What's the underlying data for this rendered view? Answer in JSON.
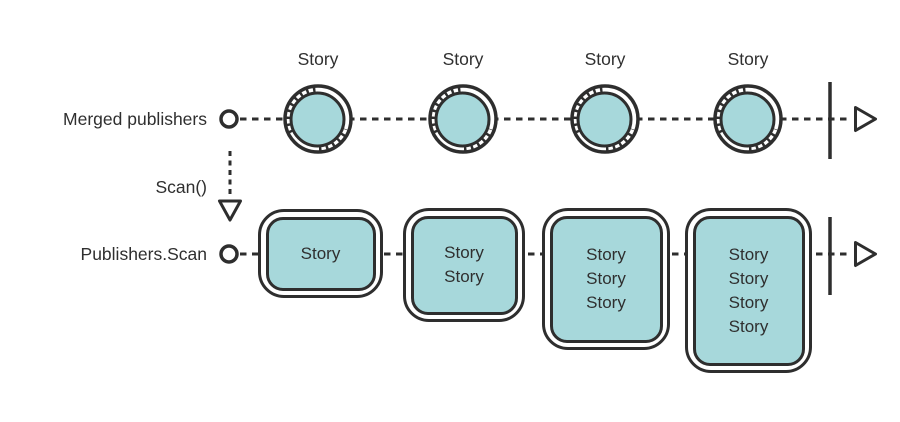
{
  "colors": {
    "stroke": "#2e2e2e",
    "marble_fill": "#a7d8db",
    "text": "#2f2f2f",
    "background": "#ffffff"
  },
  "rows": {
    "merged": {
      "label": "Merged publishers",
      "events": [
        {
          "label": "Story"
        },
        {
          "label": "Story"
        },
        {
          "label": "Story"
        },
        {
          "label": "Story"
        }
      ]
    },
    "operator": {
      "label": "Scan()"
    },
    "scan": {
      "label": "Publishers.Scan",
      "events": [
        {
          "lines": [
            "Story"
          ]
        },
        {
          "lines": [
            "Story",
            "Story"
          ]
        },
        {
          "lines": [
            "Story",
            "Story",
            "Story"
          ]
        },
        {
          "lines": [
            "Story",
            "Story",
            "Story",
            "Story"
          ]
        }
      ]
    }
  }
}
